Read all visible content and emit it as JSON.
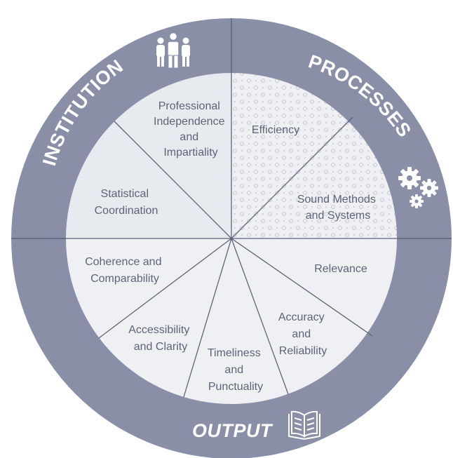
{
  "colors": {
    "ring": "#8a8fa8",
    "segment_fill": "#eef0f4",
    "divider": "#5c6478",
    "text": "#5c6478",
    "ring_text": "#ffffff"
  },
  "ring_labels": {
    "institution": "INSTITUTION",
    "processes": "PROCESSES",
    "output": "OUTPUT"
  },
  "icons": {
    "institution": "people-group-icon",
    "processes": "gears-icon",
    "output": "open-book-icon"
  },
  "segments": {
    "professional_independence": [
      "Professional",
      "Independence",
      "and",
      "Impartiality"
    ],
    "statistical_coordination": [
      "Statistical",
      "Coordination"
    ],
    "efficiency": [
      "Efficiency"
    ],
    "sound_methods": [
      "Sound Methods",
      "and Systems"
    ],
    "relevance": [
      "Relevance"
    ],
    "accuracy": [
      "Accuracy",
      "and",
      "Reliability"
    ],
    "timeliness": [
      "Timeliness",
      "and",
      "Punctuality"
    ],
    "accessibility": [
      "Accessibility",
      "and Clarity"
    ],
    "coherence": [
      "Coherence and",
      "Comparability"
    ]
  }
}
